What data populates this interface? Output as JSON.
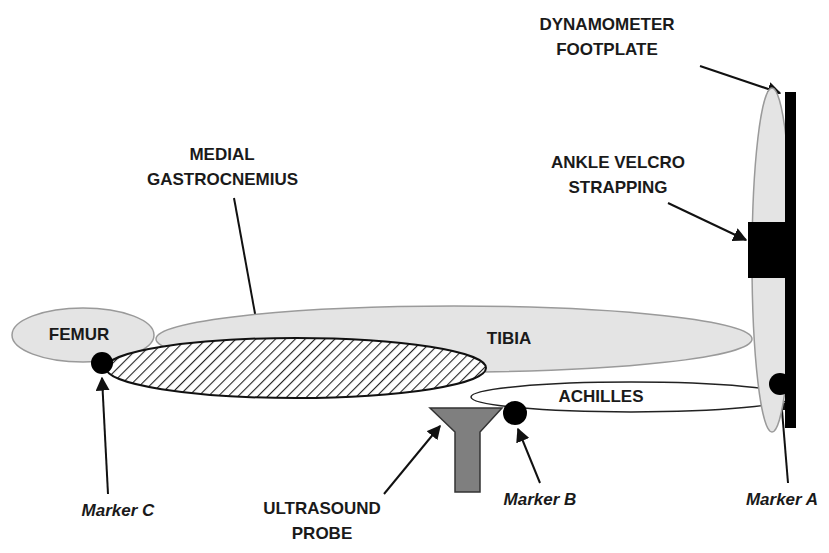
{
  "diagram": {
    "nodes": [
      {
        "text": [
          "FEMUR"
        ]
      },
      {
        "text": [
          "TIBIA"
        ]
      },
      {
        "text": [
          "ACHILLES"
        ]
      }
    ],
    "labels": [
      "DYNAMOMETER FOOTPLATE",
      "ANKLE VELCRO STRAPPING",
      "MEDIAL GASTROCNEMIUS",
      "ULTRASOUND PROBE",
      "Marker C",
      "Marker B",
      "Marker A"
    ]
  }
}
